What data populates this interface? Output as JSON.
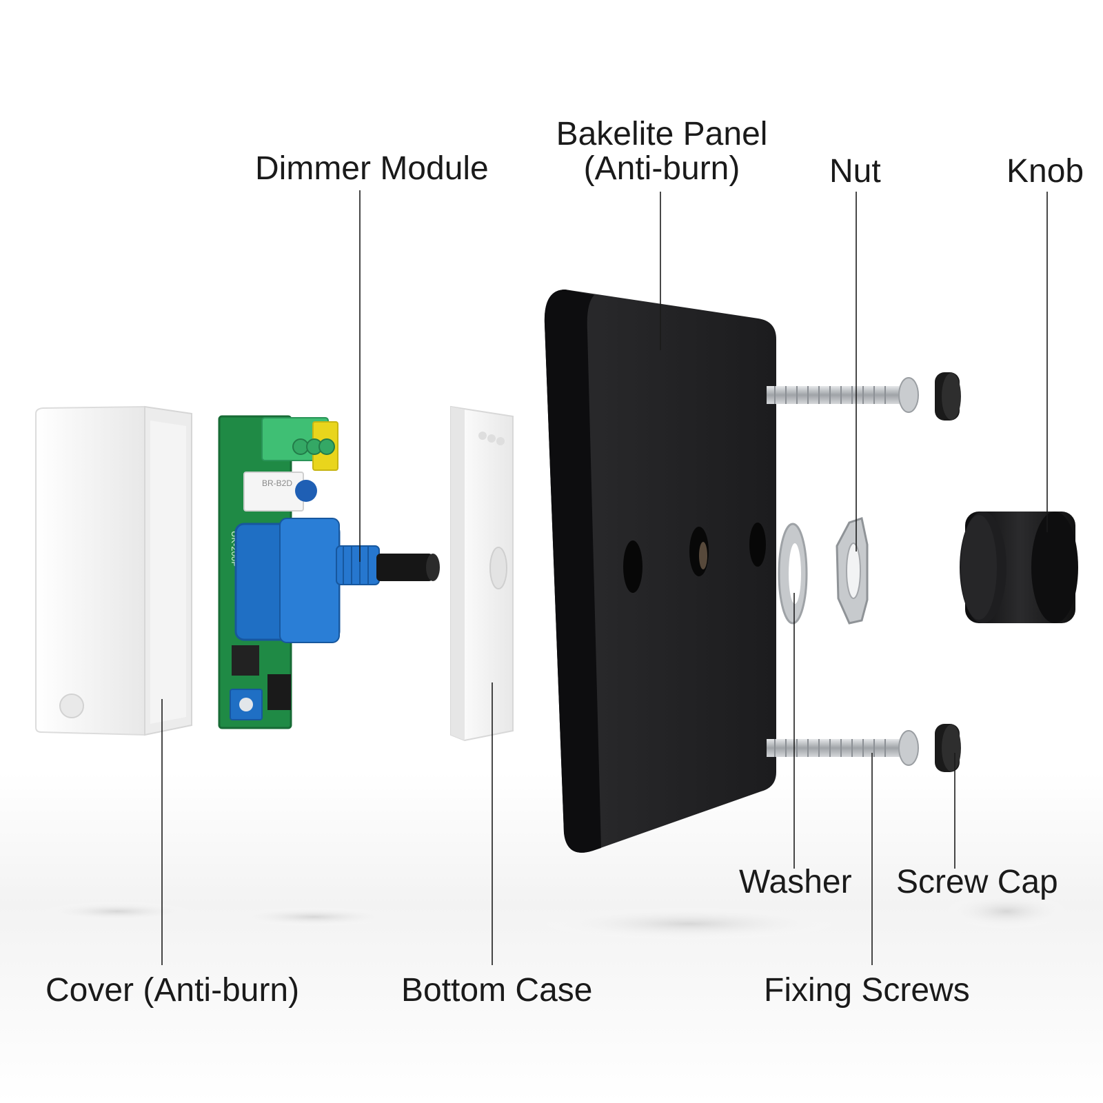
{
  "labels": {
    "dimmer_module": "Dimmer Module",
    "bakelite_panel_line1": "Bakelite Panel",
    "bakelite_panel_line2": "(Anti-burn)",
    "nut": "Nut",
    "knob": "Knob",
    "washer": "Washer",
    "screw_cap": "Screw Cap",
    "cover": "Cover (Anti-burn)",
    "bottom_case": "Bottom Case",
    "fixing_screws": "Fixing Screws"
  },
  "module_markings": {
    "relay_text": "BR-B2D",
    "board_text": "UK-200P"
  },
  "colors": {
    "panel": "#1c1c1e",
    "pcb": "#1f8a45",
    "potentiometer": "#1f6fc4",
    "terminal_green": "#3fbf74",
    "terminal_yellow": "#e9d51c",
    "white_part": "#f7f7f7",
    "metal": "#b9bcc0",
    "label_text": "#1a1a1a"
  }
}
